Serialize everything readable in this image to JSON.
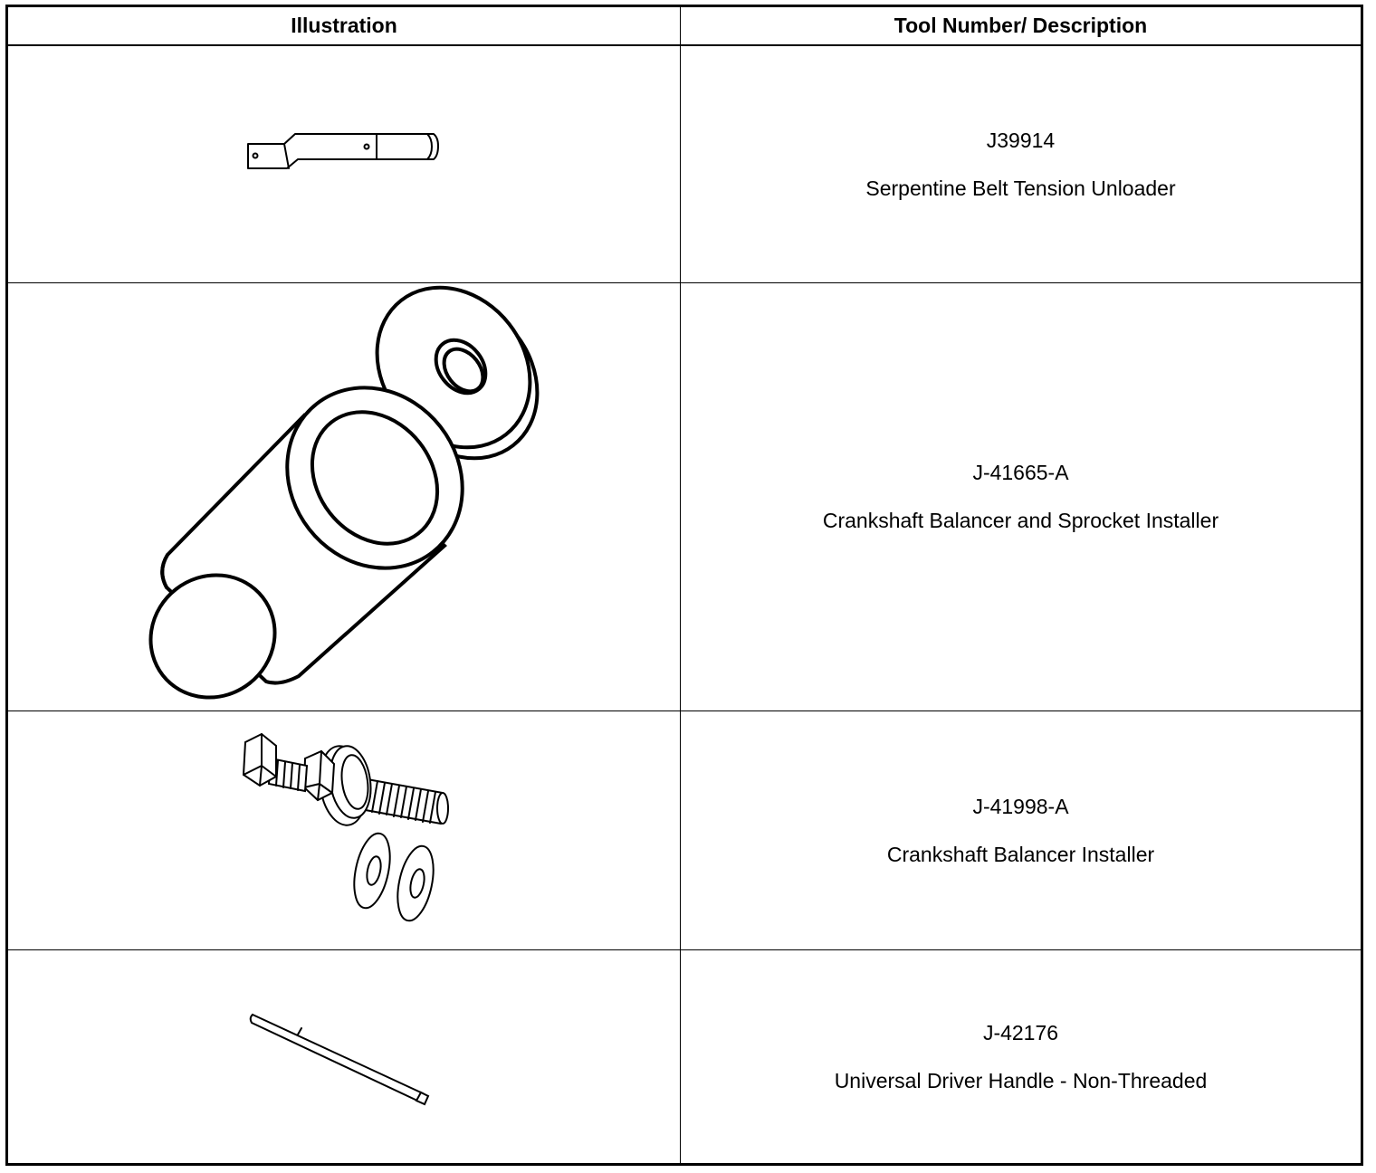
{
  "table": {
    "headers": {
      "illustration": "Illustration",
      "tool": "Tool Number/ Description"
    },
    "rows": [
      {
        "illustration_icon": "serpentine-belt-unloader-icon",
        "tool_number": "J39914",
        "description": "Serpentine Belt Tension Unloader"
      },
      {
        "illustration_icon": "balancer-sprocket-installer-icon",
        "tool_number": "J-41665-A",
        "description": "Crankshaft Balancer and Sprocket Installer"
      },
      {
        "illustration_icon": "balancer-installer-bolt-icon",
        "tool_number": "J-41998-A",
        "description": "Crankshaft Balancer Installer"
      },
      {
        "illustration_icon": "driver-handle-icon",
        "tool_number": "J-42176",
        "description": "Universal Driver Handle - Non-Threaded"
      }
    ]
  }
}
